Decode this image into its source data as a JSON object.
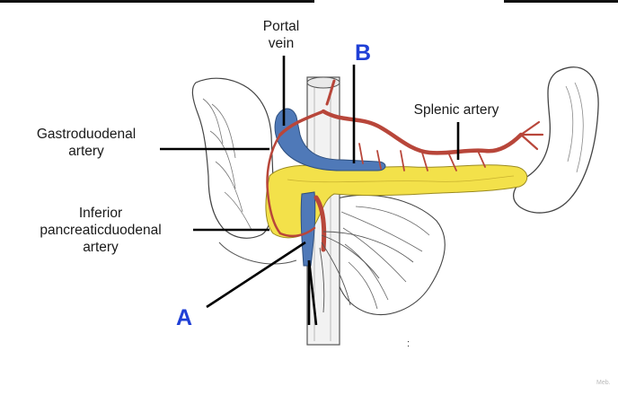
{
  "labels": {
    "portal_vein": [
      "Portal",
      "vein"
    ],
    "gastroduodenal_artery": [
      "Gastroduodenal",
      "artery"
    ],
    "splenic_artery": "Splenic artery",
    "inferior_pancreaticoduodenal_artery": [
      "Inferior",
      "pancreaticduodenal",
      "artery"
    ],
    "marker_a": "A",
    "marker_b": "B"
  },
  "watermark": "Meb.",
  "stray_mark": ":",
  "colors": {
    "pancreas": "#f3e14a",
    "portal_vein": "#4f79b8",
    "artery": "#b8463a",
    "marker_text": "#1f3fd6",
    "label_text": "#1a1a1a",
    "pointer_line": "#000000"
  }
}
